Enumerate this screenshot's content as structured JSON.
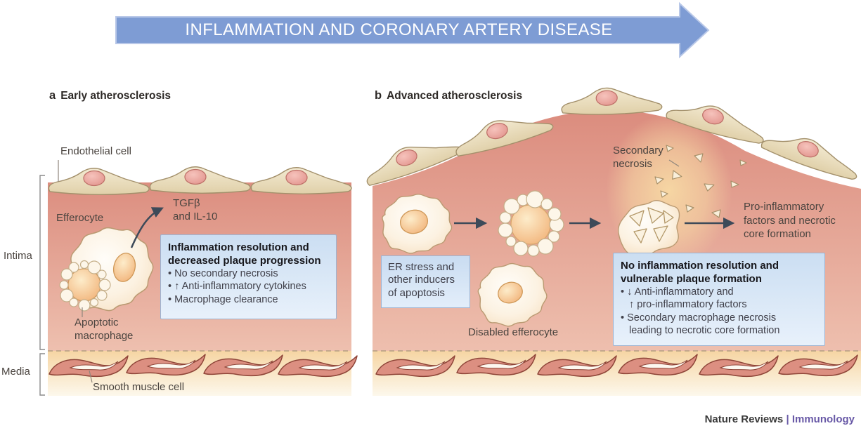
{
  "banner": {
    "title": "INFLAMMATION AND CORONARY ARTERY DISEASE",
    "arrow_color": "#7e9cd4"
  },
  "panel_a": {
    "tag": "a",
    "title": "Early atherosclerosis",
    "labels": {
      "endothelial_cell": "Endothelial cell",
      "efferocyte": "Efferocyte",
      "tgf_line1": "TGFβ",
      "tgf_line2": "and IL-10",
      "apoptotic_line1": "Apoptotic",
      "apoptotic_line2": "macrophage",
      "smooth_muscle_cell": "Smooth muscle cell",
      "intima": "Intima",
      "media": "Media"
    },
    "info_box": {
      "title_line1": "Inflammation resolution and",
      "title_line2": "decreased plaque progression",
      "bullet1": "• No secondary necrosis",
      "bullet2": "• ↑ Anti-inflammatory cytokines",
      "bullet3": "• Macrophage clearance"
    }
  },
  "panel_b": {
    "tag": "b",
    "title": "Advanced atherosclerosis",
    "labels": {
      "secondary_necrosis_line1": "Secondary",
      "secondary_necrosis_line2": "necrosis",
      "pro_line1": "Pro-inflammatory",
      "pro_line2": "factors and necrotic",
      "pro_line3": "core formation",
      "disabled_efferocyte": "Disabled efferocyte"
    },
    "er_box": {
      "line1": "ER stress and",
      "line2": "other inducers",
      "line3": "of apoptosis"
    },
    "info_box": {
      "title_line1": "No inflammation resolution and",
      "title_line2": "vulnerable plaque formation",
      "bullet1_line1": "• ↓ Anti-inflammatory and",
      "bullet1_line2": "↑ pro-inflammatory factors",
      "bullet2_line1": "• Secondary macrophage necrosis",
      "bullet2_line2": "leading to necrotic core formation"
    }
  },
  "footer": {
    "journal": "Nature Reviews",
    "separator": "|",
    "section": "Immunology",
    "accent_color": "#695aa7"
  },
  "colors": {
    "intima_top": "#db8b7d",
    "intima_bottom": "#eec0af",
    "media_top": "#f6d5a3",
    "endothelium_cream": "#ece1c1",
    "smooth_muscle": "#dc8f81",
    "info_box_bg": "#cbdef2",
    "arrow_dark": "#3d4a59"
  }
}
